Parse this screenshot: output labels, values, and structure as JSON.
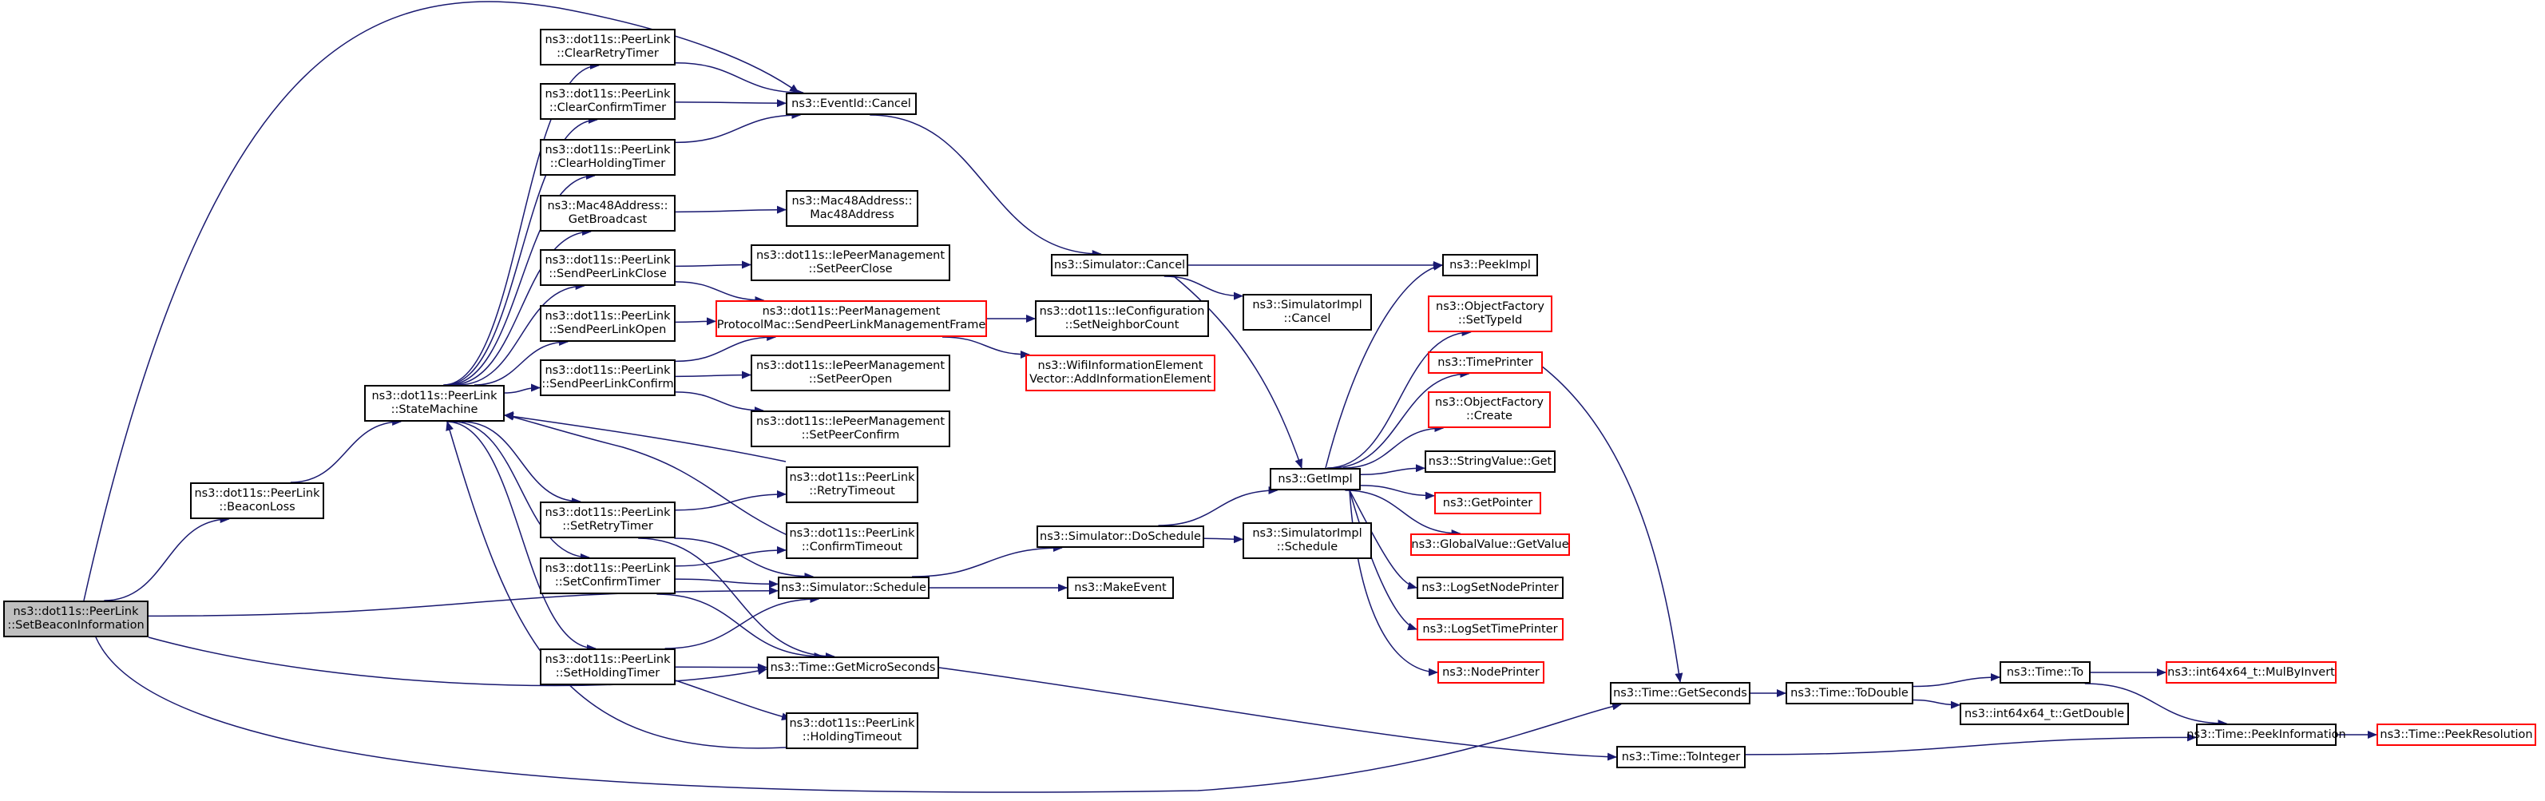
{
  "diagram": {
    "type": "call-graph",
    "colors": {
      "edge": "#191970",
      "node_border": "#000000",
      "truncated_border": "#ff0000",
      "root_fill": "#bfbfbf"
    },
    "nodes": [
      {
        "id": "set_beacon",
        "lines": [
          "ns3::dot11s::PeerLink",
          "::SetBeaconInformation"
        ],
        "root": true
      },
      {
        "id": "beacon_loss",
        "lines": [
          "ns3::dot11s::PeerLink",
          "::BeaconLoss"
        ]
      },
      {
        "id": "state_machine",
        "lines": [
          "ns3::dot11s::PeerLink",
          "::StateMachine"
        ]
      },
      {
        "id": "clear_retry",
        "lines": [
          "ns3::dot11s::PeerLink",
          "::ClearRetryTimer"
        ]
      },
      {
        "id": "clear_confirm",
        "lines": [
          "ns3::dot11s::PeerLink",
          "::ClearConfirmTimer"
        ]
      },
      {
        "id": "clear_holding",
        "lines": [
          "ns3::dot11s::PeerLink",
          "::ClearHoldingTimer"
        ]
      },
      {
        "id": "get_broadcast",
        "lines": [
          "ns3::Mac48Address::",
          "GetBroadcast"
        ]
      },
      {
        "id": "send_close",
        "lines": [
          "ns3::dot11s::PeerLink",
          "::SendPeerLinkClose"
        ]
      },
      {
        "id": "send_open",
        "lines": [
          "ns3::dot11s::PeerLink",
          "::SendPeerLinkOpen"
        ]
      },
      {
        "id": "send_confirm",
        "lines": [
          "ns3::dot11s::PeerLink",
          "::SendPeerLinkConfirm"
        ]
      },
      {
        "id": "set_retry",
        "lines": [
          "ns3::dot11s::PeerLink",
          "::SetRetryTimer"
        ]
      },
      {
        "id": "set_confirm",
        "lines": [
          "ns3::dot11s::PeerLink",
          "::SetConfirmTimer"
        ]
      },
      {
        "id": "set_holding",
        "lines": [
          "ns3::dot11s::PeerLink",
          "::SetHoldingTimer"
        ]
      },
      {
        "id": "event_cancel",
        "lines": [
          "ns3::EventId::Cancel"
        ]
      },
      {
        "id": "mac48_ctor",
        "lines": [
          "ns3::Mac48Address::",
          "Mac48Address"
        ]
      },
      {
        "id": "ie_close",
        "lines": [
          "ns3::dot11s::IePeerManagement",
          "::SetPeerClose"
        ]
      },
      {
        "id": "send_mgmt",
        "lines": [
          "ns3::dot11s::PeerManagement",
          "ProtocolMac::SendPeerLinkManagementFrame"
        ],
        "truncated": true
      },
      {
        "id": "ie_open",
        "lines": [
          "ns3::dot11s::IePeerManagement",
          "::SetPeerOpen"
        ]
      },
      {
        "id": "ie_confirm",
        "lines": [
          "ns3::dot11s::IePeerManagement",
          "::SetPeerConfirm"
        ]
      },
      {
        "id": "retry_timeout",
        "lines": [
          "ns3::dot11s::PeerLink",
          "::RetryTimeout"
        ]
      },
      {
        "id": "confirm_timeout",
        "lines": [
          "ns3::dot11s::PeerLink",
          "::ConfirmTimeout"
        ]
      },
      {
        "id": "sim_schedule",
        "lines": [
          "ns3::Simulator::Schedule"
        ]
      },
      {
        "id": "get_micro",
        "lines": [
          "ns3::Time::GetMicroSeconds"
        ]
      },
      {
        "id": "holding_timeout",
        "lines": [
          "ns3::dot11s::PeerLink",
          "::HoldingTimeout"
        ]
      },
      {
        "id": "sim_cancel",
        "lines": [
          "ns3::Simulator::Cancel"
        ]
      },
      {
        "id": "ieconf_setneighbor",
        "lines": [
          "ns3::dot11s::IeConfiguration",
          "::SetNeighborCount"
        ]
      },
      {
        "id": "wifi_add",
        "lines": [
          "ns3::WifiInformationElement",
          "Vector::AddInformationElement"
        ],
        "truncated": true
      },
      {
        "id": "sim_doschedule",
        "lines": [
          "ns3::Simulator::DoSchedule"
        ]
      },
      {
        "id": "make_event",
        "lines": [
          "ns3::MakeEvent"
        ]
      },
      {
        "id": "simimpl_cancel",
        "lines": [
          "ns3::SimulatorImpl",
          "::Cancel"
        ]
      },
      {
        "id": "get_impl",
        "lines": [
          "ns3::GetImpl"
        ]
      },
      {
        "id": "simimpl_schedule",
        "lines": [
          "ns3::SimulatorImpl",
          "::Schedule"
        ]
      },
      {
        "id": "peek_impl",
        "lines": [
          "ns3::PeekImpl"
        ]
      },
      {
        "id": "objfactory_settypeid",
        "lines": [
          "ns3::ObjectFactory",
          "::SetTypeId"
        ],
        "truncated": true
      },
      {
        "id": "time_printer",
        "lines": [
          "ns3::TimePrinter"
        ],
        "truncated": true
      },
      {
        "id": "objfactory_create",
        "lines": [
          "ns3::ObjectFactory",
          "::Create"
        ],
        "truncated": true
      },
      {
        "id": "stringvalue_get",
        "lines": [
          "ns3::StringValue::Get"
        ]
      },
      {
        "id": "get_pointer",
        "lines": [
          "ns3::GetPointer"
        ],
        "truncated": true
      },
      {
        "id": "globalvalue_getvalue",
        "lines": [
          "ns3::GlobalValue::GetValue"
        ],
        "truncated": true
      },
      {
        "id": "log_set_node",
        "lines": [
          "ns3::LogSetNodePrinter"
        ]
      },
      {
        "id": "log_set_time",
        "lines": [
          "ns3::LogSetTimePrinter"
        ],
        "truncated": true
      },
      {
        "id": "node_printer",
        "lines": [
          "ns3::NodePrinter"
        ],
        "truncated": true
      },
      {
        "id": "time_getseconds",
        "lines": [
          "ns3::Time::GetSeconds"
        ]
      },
      {
        "id": "time_tointeger",
        "lines": [
          "ns3::Time::ToInteger"
        ]
      },
      {
        "id": "time_todouble",
        "lines": [
          "ns3::Time::ToDouble"
        ]
      },
      {
        "id": "time_to",
        "lines": [
          "ns3::Time::To"
        ]
      },
      {
        "id": "int64_getdouble",
        "lines": [
          "ns3::int64x64_t::GetDouble"
        ]
      },
      {
        "id": "int64_mulbyinvert",
        "lines": [
          "ns3::int64x64_t::MulByInvert"
        ],
        "truncated": true
      },
      {
        "id": "time_peekinfo",
        "lines": [
          "ns3::Time::PeekInformation"
        ]
      },
      {
        "id": "time_peekres",
        "lines": [
          "ns3::Time::PeekResolution"
        ],
        "truncated": true
      }
    ],
    "edges": [
      [
        "set_beacon",
        "beacon_loss"
      ],
      [
        "set_beacon",
        "event_cancel"
      ],
      [
        "set_beacon",
        "sim_schedule"
      ],
      [
        "set_beacon",
        "get_micro"
      ],
      [
        "set_beacon",
        "time_getseconds"
      ],
      [
        "beacon_loss",
        "state_machine"
      ],
      [
        "state_machine",
        "clear_retry"
      ],
      [
        "state_machine",
        "clear_confirm"
      ],
      [
        "state_machine",
        "clear_holding"
      ],
      [
        "state_machine",
        "get_broadcast"
      ],
      [
        "state_machine",
        "send_close"
      ],
      [
        "state_machine",
        "send_open"
      ],
      [
        "state_machine",
        "send_confirm"
      ],
      [
        "state_machine",
        "set_retry"
      ],
      [
        "state_machine",
        "set_confirm"
      ],
      [
        "state_machine",
        "set_holding"
      ],
      [
        "clear_retry",
        "event_cancel"
      ],
      [
        "clear_confirm",
        "event_cancel"
      ],
      [
        "clear_holding",
        "event_cancel"
      ],
      [
        "get_broadcast",
        "mac48_ctor"
      ],
      [
        "send_close",
        "ie_close"
      ],
      [
        "send_close",
        "send_mgmt"
      ],
      [
        "send_open",
        "send_mgmt"
      ],
      [
        "send_confirm",
        "send_mgmt"
      ],
      [
        "send_confirm",
        "ie_open"
      ],
      [
        "send_confirm",
        "ie_confirm"
      ],
      [
        "send_mgmt",
        "ieconf_setneighbor"
      ],
      [
        "send_mgmt",
        "wifi_add"
      ],
      [
        "set_retry",
        "retry_timeout"
      ],
      [
        "set_retry",
        "sim_schedule"
      ],
      [
        "set_retry",
        "get_micro"
      ],
      [
        "set_confirm",
        "confirm_timeout"
      ],
      [
        "set_confirm",
        "sim_schedule"
      ],
      [
        "set_confirm",
        "get_micro"
      ],
      [
        "set_holding",
        "sim_schedule"
      ],
      [
        "set_holding",
        "get_micro"
      ],
      [
        "set_holding",
        "holding_timeout"
      ],
      [
        "retry_timeout",
        "state_machine"
      ],
      [
        "confirm_timeout",
        "state_machine"
      ],
      [
        "holding_timeout",
        "state_machine"
      ],
      [
        "event_cancel",
        "sim_cancel"
      ],
      [
        "sim_cancel",
        "peek_impl"
      ],
      [
        "sim_cancel",
        "simimpl_cancel"
      ],
      [
        "sim_cancel",
        "get_impl"
      ],
      [
        "sim_schedule",
        "sim_doschedule"
      ],
      [
        "sim_schedule",
        "make_event"
      ],
      [
        "sim_doschedule",
        "get_impl"
      ],
      [
        "sim_doschedule",
        "simimpl_schedule"
      ],
      [
        "get_impl",
        "peek_impl"
      ],
      [
        "get_impl",
        "objfactory_settypeid"
      ],
      [
        "get_impl",
        "time_printer"
      ],
      [
        "get_impl",
        "objfactory_create"
      ],
      [
        "get_impl",
        "stringvalue_get"
      ],
      [
        "get_impl",
        "get_pointer"
      ],
      [
        "get_impl",
        "globalvalue_getvalue"
      ],
      [
        "get_impl",
        "log_set_node"
      ],
      [
        "get_impl",
        "log_set_time"
      ],
      [
        "get_impl",
        "node_printer"
      ],
      [
        "time_printer",
        "time_getseconds"
      ],
      [
        "get_micro",
        "time_tointeger"
      ],
      [
        "time_getseconds",
        "time_todouble"
      ],
      [
        "time_todouble",
        "time_to"
      ],
      [
        "time_todouble",
        "int64_getdouble"
      ],
      [
        "time_to",
        "int64_mulbyinvert"
      ],
      [
        "time_to",
        "time_peekinfo"
      ],
      [
        "time_tointeger",
        "time_peekinfo"
      ],
      [
        "time_peekinfo",
        "time_peekres"
      ]
    ]
  }
}
